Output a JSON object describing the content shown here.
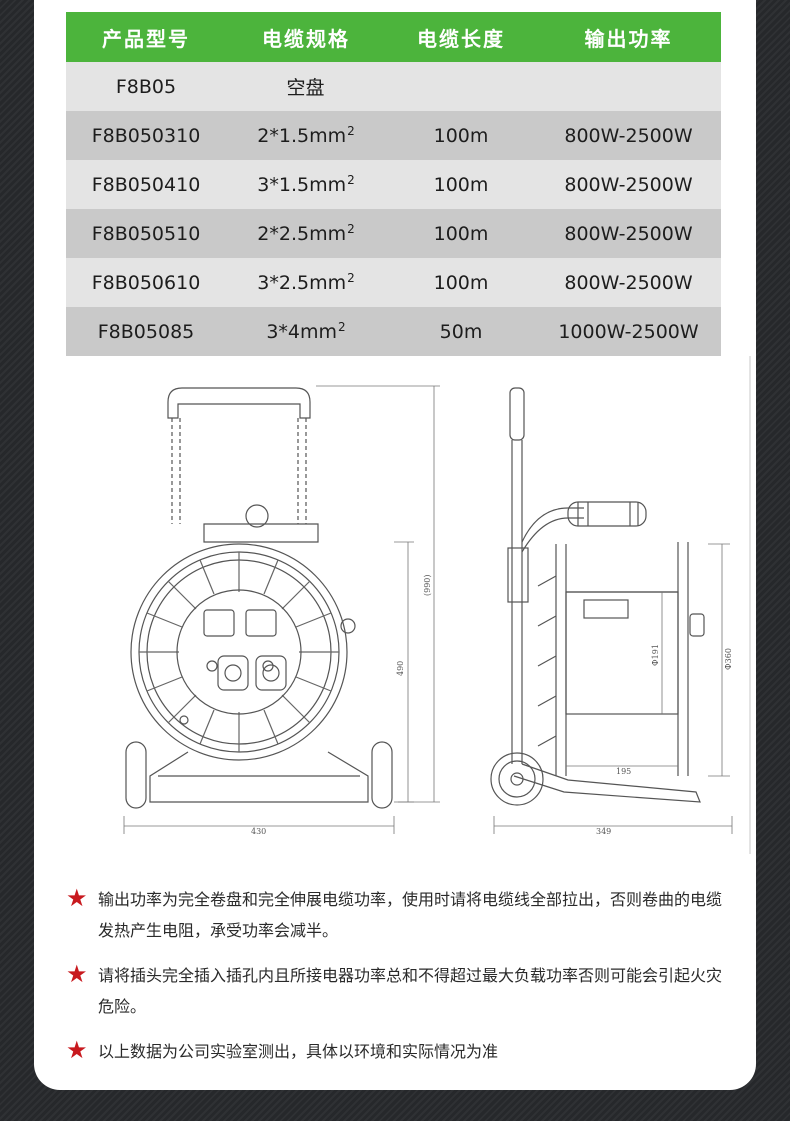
{
  "table": {
    "headers": [
      "产品型号",
      "电缆规格",
      "电缆长度",
      "输出功率"
    ],
    "rows": [
      {
        "model": "F8B05",
        "spec": "空盘",
        "sup": "",
        "length": "",
        "power": ""
      },
      {
        "model": "F8B050310",
        "spec": "2*1.5mm",
        "sup": "2",
        "length": "100m",
        "power": "800W-2500W"
      },
      {
        "model": "F8B050410",
        "spec": "3*1.5mm",
        "sup": "2",
        "length": "100m",
        "power": "800W-2500W"
      },
      {
        "model": "F8B050510",
        "spec": "2*2.5mm",
        "sup": "2",
        "length": "100m",
        "power": "800W-2500W"
      },
      {
        "model": "F8B050610",
        "spec": "3*2.5mm",
        "sup": "2",
        "length": "100m",
        "power": "800W-2500W"
      },
      {
        "model": "F8B05085",
        "spec": "3*4mm",
        "sup": "2",
        "length": "50m",
        "power": "1000W-2500W"
      }
    ]
  },
  "drawing": {
    "front": {
      "width": "430",
      "height": "490",
      "total_height": "(990)"
    },
    "side": {
      "depth": "349",
      "drum_width": "195",
      "core_diameter": "Ф191",
      "outer_diameter": "Ф360"
    }
  },
  "notes": [
    "输出功率为完全卷盘和完全伸展电缆功率，使用时请将电缆线全部拉出，否则卷曲的电缆发热产生电阻，承受功率会减半。",
    "请将插头完全插入插孔内且所接电器功率总和不得超过最大负载功率否则可能会引起火灾危险。",
    "以上数据为公司实验室测出，具体以环境和实际情况为准"
  ],
  "colors": {
    "header_green": "#4cb43c",
    "star_red": "#c8191e"
  }
}
